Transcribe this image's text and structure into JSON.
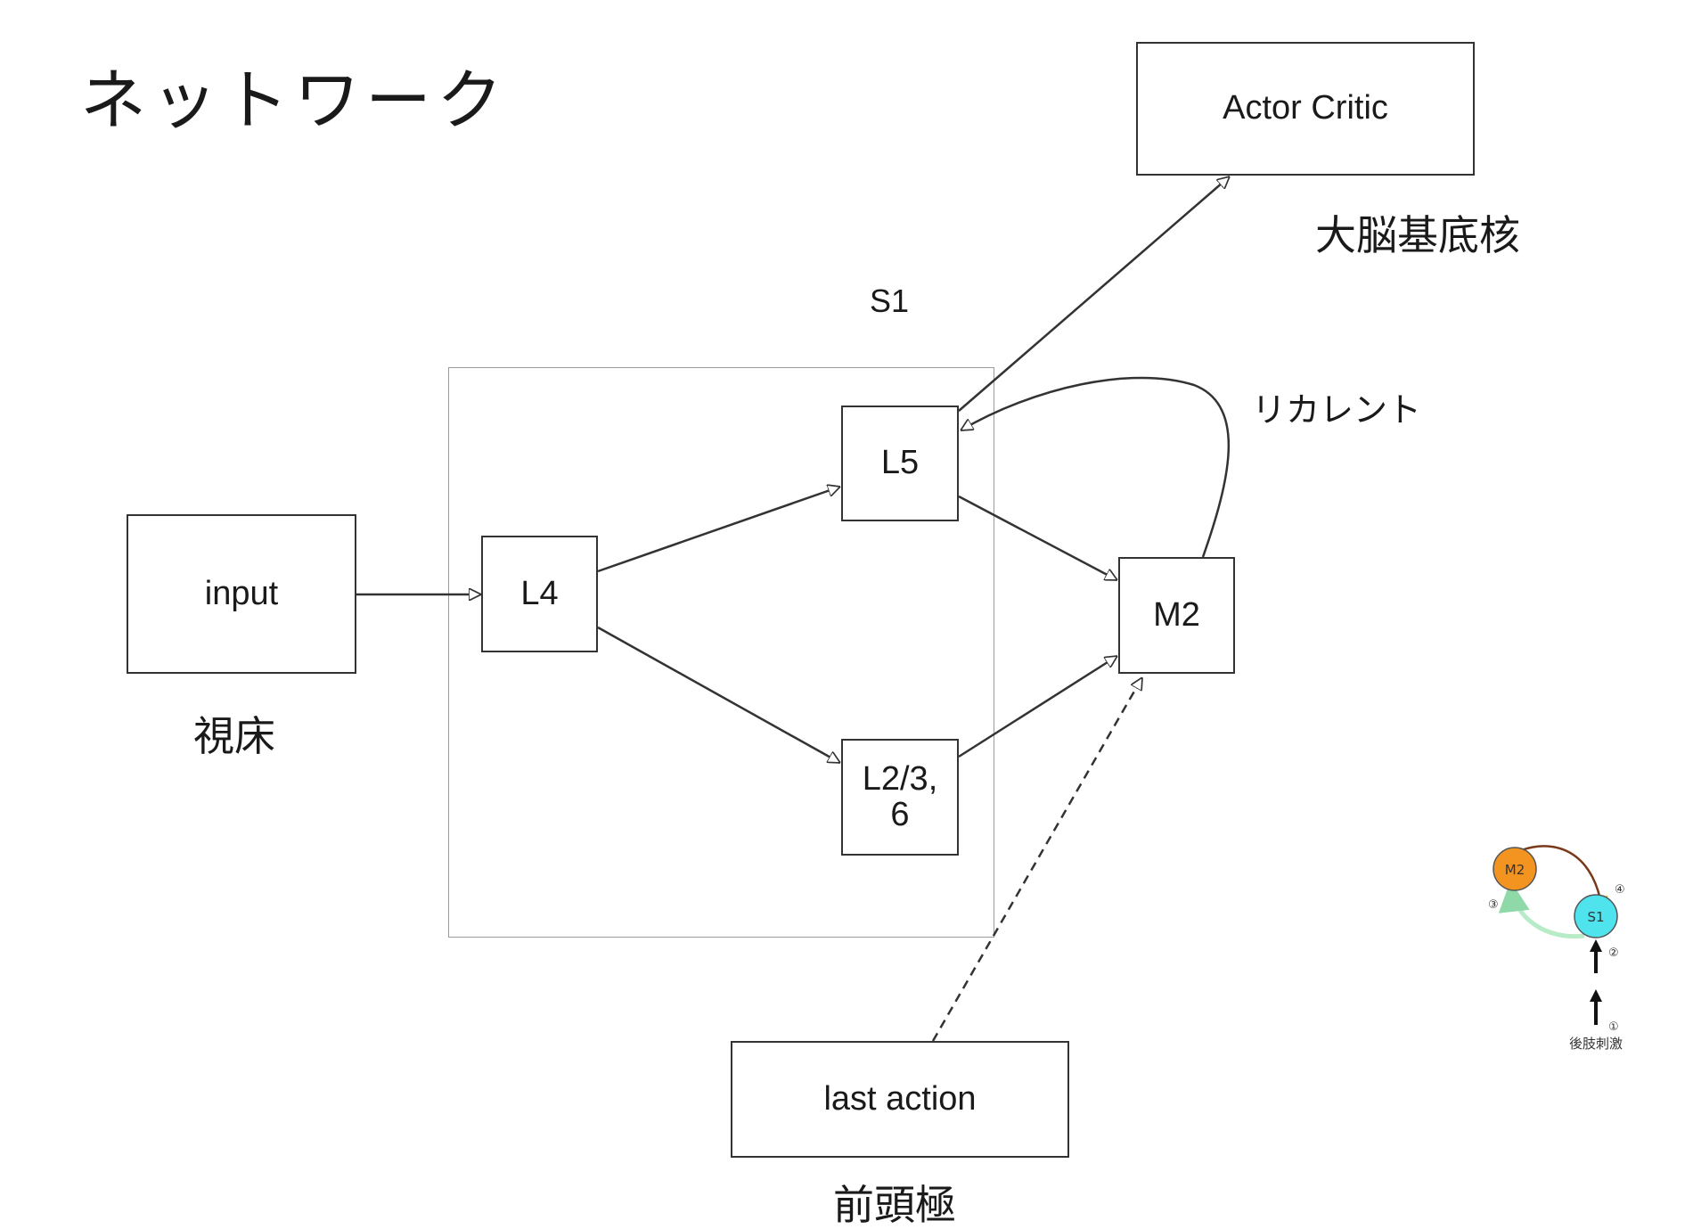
{
  "title": "ネットワーク",
  "nodes": {
    "input": "input",
    "l4": "L4",
    "l5": "L5",
    "l23": "L2/3,\n6",
    "m2": "M2",
    "actor_critic": "Actor Critic",
    "last_action": "last action"
  },
  "labels": {
    "thalamus": "視床",
    "s1": "S1",
    "basal_ganglia": "大脳基底核",
    "recurrent": "リカレント",
    "frontal_pole": "前頭極"
  },
  "inset": {
    "m2": "M2",
    "s1": "S1",
    "step1": "①",
    "step2": "②",
    "step3": "③",
    "step4": "④",
    "caption": "後肢刺激"
  },
  "colors": {
    "m2_node": "#f39420",
    "s1_node": "#4fe3ee"
  }
}
